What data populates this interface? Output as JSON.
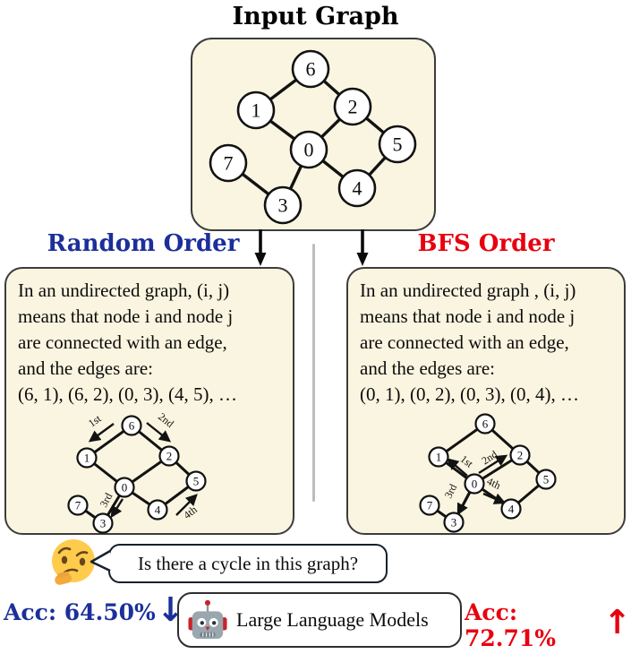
{
  "theme": {
    "blue": "#1c2f9a",
    "red": "#e8000f",
    "cream": "#faf5e0",
    "line": "#3c3c3c",
    "bubble": "#17212d"
  },
  "header": {
    "title": "Input Graph"
  },
  "graph": {
    "nodes": [
      "0",
      "1",
      "2",
      "3",
      "4",
      "5",
      "6",
      "7"
    ],
    "edges": [
      [
        "6",
        "1"
      ],
      [
        "6",
        "2"
      ],
      [
        "1",
        "0"
      ],
      [
        "2",
        "0"
      ],
      [
        "2",
        "5"
      ],
      [
        "0",
        "3"
      ],
      [
        "0",
        "4"
      ],
      [
        "4",
        "5"
      ],
      [
        "7",
        "3"
      ]
    ]
  },
  "panels": {
    "random": {
      "title": "Random Order",
      "prompt_lines": [
        "In an undirected graph, (i, j)",
        "means that node i and node j",
        "are connected with an edge,",
        "and the edges are:",
        "(6, 1), (6, 2), (0, 3), (4, 5), …"
      ],
      "order_labels": [
        "1st",
        "2nd",
        "3rd",
        "4th"
      ],
      "order_edges": [
        [
          "6",
          "1"
        ],
        [
          "6",
          "2"
        ],
        [
          "0",
          "3"
        ],
        [
          "4",
          "5"
        ]
      ]
    },
    "bfs": {
      "title": "BFS Order",
      "prompt_lines": [
        "In an undirected graph , (i, j)",
        "means that node i and node j",
        "are connected with an edge,",
        "and the edges are:",
        "(0, 1), (0, 2), (0, 3), (0, 4), …"
      ],
      "order_labels": [
        "1st",
        "2nd",
        "3rd",
        "4th"
      ],
      "order_edges": [
        [
          "0",
          "1"
        ],
        [
          "0",
          "2"
        ],
        [
          "0",
          "3"
        ],
        [
          "0",
          "4"
        ]
      ]
    }
  },
  "question": {
    "bubble_text": "Is there a cycle in this graph?"
  },
  "footer": {
    "left_acc": "Acc: 64.50%",
    "left_arrow": "↓",
    "llm_box_label": "Large Language Models",
    "right_acc": "Acc: 72.71%",
    "right_arrow": "↑"
  }
}
